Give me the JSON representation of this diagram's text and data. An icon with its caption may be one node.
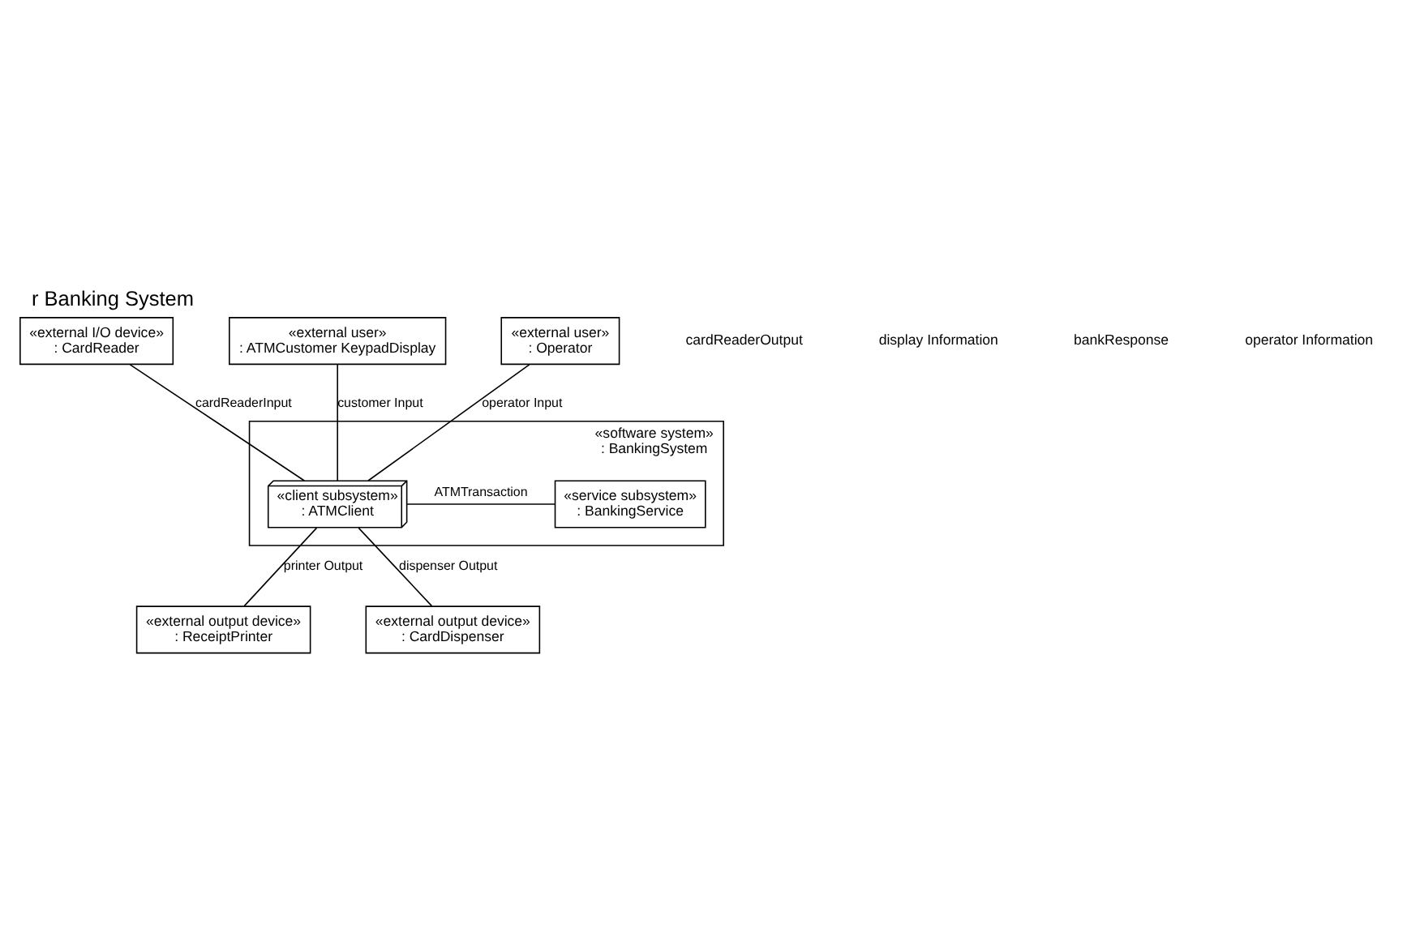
{
  "diagram": {
    "title": "r Banking System",
    "nodes": [
      {
        "text": [
          "«external I/O device»",
          ": CardReader"
        ]
      },
      {
        "text": [
          "«software system»",
          ": BankingSystem"
        ]
      },
      {
        "text": [
          "«client subsystem»",
          ": ATMClient"
        ],
        "in": 1
      },
      {
        "text": [
          "«service subsystem»",
          ": BankingService"
        ],
        "in": 1
      },
      {
        "text": [
          "«external user»",
          ": ATMCustomer KeypadDisplay"
        ]
      },
      {
        "text": [
          "«external user»",
          ": Operator"
        ]
      },
      {
        "text": [
          "«external output device»",
          ": ReceiptPrinter"
        ]
      },
      {
        "text": [
          "«external output device»",
          ": CardDispenser"
        ]
      }
    ],
    "edges": [
      {
        "from": 0,
        "to": 2,
        "arrow": "none",
        "label": "cardReaderInput"
      },
      {
        "from": 4,
        "to": 2,
        "arrow": "none",
        "label": "customer Input"
      },
      {
        "from": 2,
        "to": 3,
        "arrow": "none",
        "label": "ATMTransaction"
      },
      {
        "from": 5,
        "to": 2,
        "arrow": "none",
        "label": "operator Input"
      },
      {
        "from": 2,
        "to": 6,
        "arrow": "none",
        "label": "printer Output"
      },
      {
        "from": 2,
        "to": 7,
        "arrow": "none",
        "label": "dispenser Output"
      }
    ],
    "labels": [
      "cardReaderOutput",
      "display Information",
      "bankResponse",
      "operator Information"
    ]
  }
}
